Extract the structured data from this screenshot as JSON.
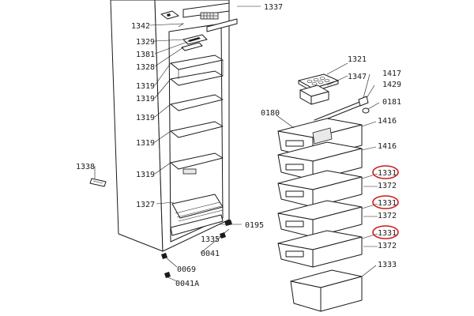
{
  "colors": {
    "line": "#1a1a1a",
    "highlight": "#cc1b1b",
    "background": "#ffffff"
  },
  "labels": {
    "l1337": "1337",
    "l1342": "1342",
    "l1329": "1329",
    "l1381": "1381",
    "l1328": "1328",
    "l1319a": "1319",
    "l1319b": "1319",
    "l1319c": "1319",
    "l1319d": "1319",
    "l1319e": "1319",
    "l1327": "1327",
    "l1338": "1338",
    "l1335": "1335",
    "l0195": "0195",
    "l0041": "0041",
    "l0069": "0069",
    "l0041A": "0041A",
    "l1321": "1321",
    "l1347": "1347",
    "l1417": "1417",
    "l1429": "1429",
    "l0181": "0181",
    "l0180": "0180",
    "l1416a": "1416",
    "l1416b": "1416",
    "l1331a": "1331",
    "l1372a": "1372",
    "l1331b": "1331",
    "l1372b": "1372",
    "l1331c": "1331",
    "l1372c": "1372",
    "l1333": "1333"
  }
}
